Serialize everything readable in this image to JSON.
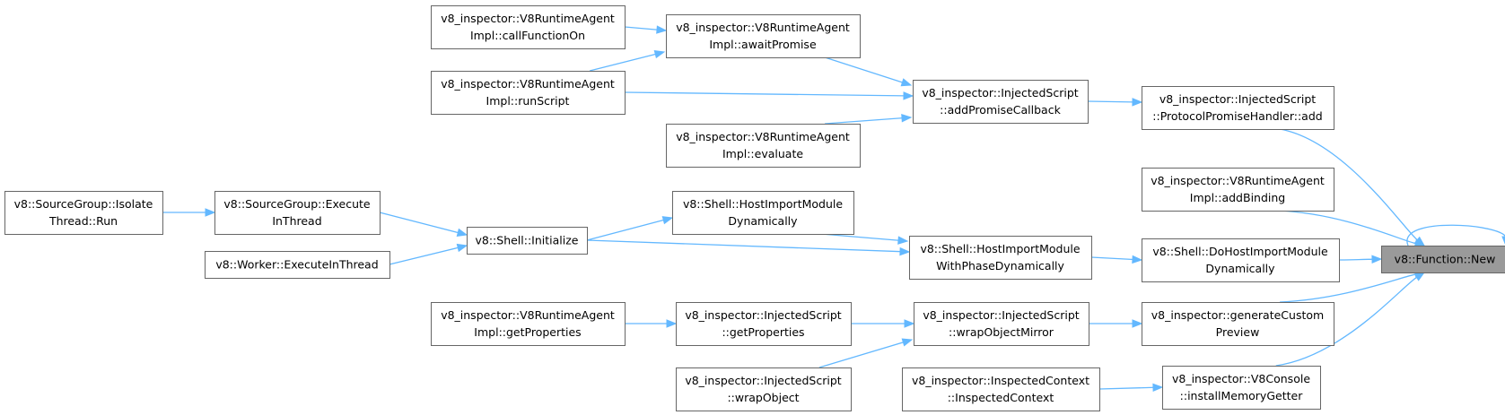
{
  "colors": {
    "edge": "#63b8ff",
    "node_border": "#666666",
    "node_fill": "#ffffff",
    "focus_fill": "#9a9a9a",
    "text": "#000000"
  },
  "nodes": [
    {
      "id": "function_new",
      "lines": [
        "v8::Function::New"
      ],
      "focus": true
    },
    {
      "id": "pph_add",
      "lines": [
        "v8_inspector::InjectedScript",
        "::ProtocolPromiseHandler::add"
      ]
    },
    {
      "id": "add_binding",
      "lines": [
        "v8_inspector::V8RuntimeAgent",
        "Impl::addBinding"
      ]
    },
    {
      "id": "do_host_import",
      "lines": [
        "v8::Shell::DoHostImportModule",
        "Dynamically"
      ]
    },
    {
      "id": "gen_custom_preview",
      "lines": [
        "v8_inspector::generateCustom",
        "Preview"
      ]
    },
    {
      "id": "install_memory_getter",
      "lines": [
        "v8_inspector::V8Console",
        "::installMemoryGetter"
      ]
    },
    {
      "id": "add_promise_callback",
      "lines": [
        "v8_inspector::InjectedScript",
        "::addPromiseCallback"
      ]
    },
    {
      "id": "host_import_phase",
      "lines": [
        "v8::Shell::HostImportModule",
        "WithPhaseDynamically"
      ]
    },
    {
      "id": "wrap_object_mirror",
      "lines": [
        "v8_inspector::InjectedScript",
        "::wrapObjectMirror"
      ]
    },
    {
      "id": "inspected_context",
      "lines": [
        "v8_inspector::InspectedContext",
        "::InspectedContext"
      ]
    },
    {
      "id": "await_promise",
      "lines": [
        "v8_inspector::V8RuntimeAgent",
        "Impl::awaitPromise"
      ]
    },
    {
      "id": "evaluate",
      "lines": [
        "v8_inspector::V8RuntimeAgent",
        "Impl::evaluate"
      ]
    },
    {
      "id": "host_import_dyn",
      "lines": [
        "v8::Shell::HostImportModule",
        "Dynamically"
      ]
    },
    {
      "id": "get_properties_is",
      "lines": [
        "v8_inspector::InjectedScript",
        "::getProperties"
      ]
    },
    {
      "id": "wrap_object",
      "lines": [
        "v8_inspector::InjectedScript",
        "::wrapObject"
      ]
    },
    {
      "id": "call_function_on",
      "lines": [
        "v8_inspector::V8RuntimeAgent",
        "Impl::callFunctionOn"
      ]
    },
    {
      "id": "run_script",
      "lines": [
        "v8_inspector::V8RuntimeAgent",
        "Impl::runScript"
      ]
    },
    {
      "id": "shell_initialize",
      "lines": [
        "v8::Shell::Initialize"
      ]
    },
    {
      "id": "worker_execute",
      "lines": [
        "v8::Worker::ExecuteInThread"
      ]
    },
    {
      "id": "get_properties_ra",
      "lines": [
        "v8_inspector::V8RuntimeAgent",
        "Impl::getProperties"
      ]
    },
    {
      "id": "sg_execute",
      "lines": [
        "v8::SourceGroup::Execute",
        "InThread"
      ]
    },
    {
      "id": "sg_isolate_run",
      "lines": [
        "v8::SourceGroup::Isolate",
        "Thread::Run"
      ]
    }
  ],
  "edges": [
    {
      "from": "function_new",
      "to": "function_new"
    },
    {
      "from": "pph_add",
      "to": "function_new"
    },
    {
      "from": "add_binding",
      "to": "function_new"
    },
    {
      "from": "do_host_import",
      "to": "function_new"
    },
    {
      "from": "gen_custom_preview",
      "to": "function_new"
    },
    {
      "from": "install_memory_getter",
      "to": "function_new"
    },
    {
      "from": "add_promise_callback",
      "to": "pph_add"
    },
    {
      "from": "host_import_phase",
      "to": "do_host_import"
    },
    {
      "from": "wrap_object_mirror",
      "to": "gen_custom_preview"
    },
    {
      "from": "inspected_context",
      "to": "install_memory_getter"
    },
    {
      "from": "await_promise",
      "to": "add_promise_callback"
    },
    {
      "from": "run_script",
      "to": "add_promise_callback"
    },
    {
      "from": "evaluate",
      "to": "add_promise_callback"
    },
    {
      "from": "host_import_dyn",
      "to": "host_import_phase"
    },
    {
      "from": "shell_initialize",
      "to": "host_import_phase"
    },
    {
      "from": "get_properties_is",
      "to": "wrap_object_mirror"
    },
    {
      "from": "wrap_object",
      "to": "wrap_object_mirror"
    },
    {
      "from": "call_function_on",
      "to": "await_promise"
    },
    {
      "from": "run_script",
      "to": "await_promise"
    },
    {
      "from": "shell_initialize",
      "to": "host_import_dyn"
    },
    {
      "from": "get_properties_ra",
      "to": "get_properties_is"
    },
    {
      "from": "sg_execute",
      "to": "shell_initialize"
    },
    {
      "from": "worker_execute",
      "to": "shell_initialize"
    },
    {
      "from": "sg_isolate_run",
      "to": "sg_execute"
    }
  ]
}
